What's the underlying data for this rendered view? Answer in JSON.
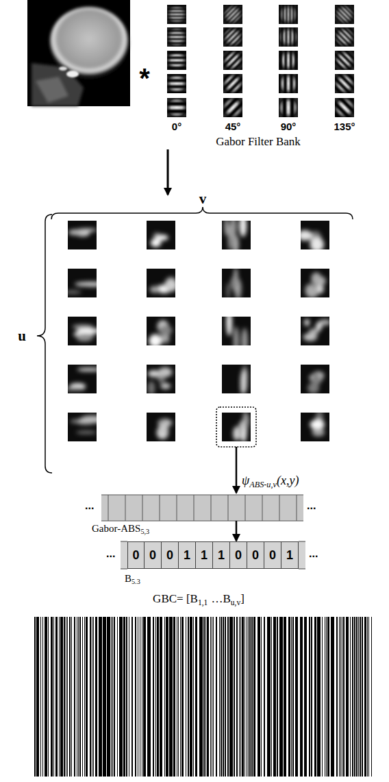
{
  "diagram": {
    "nodes": [
      {
        "text": [
          "0"
        ]
      },
      {
        "text": [
          "0"
        ]
      },
      {
        "text": [
          "0"
        ]
      },
      {
        "text": [
          "1"
        ]
      },
      {
        "text": [
          "1"
        ]
      },
      {
        "text": [
          "1"
        ]
      },
      {
        "text": [
          "0"
        ]
      },
      {
        "text": [
          "0"
        ]
      },
      {
        "text": [
          "0"
        ]
      },
      {
        "text": [
          "1"
        ]
      }
    ],
    "labels": [
      "*",
      "0°",
      "45°",
      "90°",
      "135°",
      "Gabor Filter Bank",
      "v",
      "u",
      "ψ",
      "ABS-u,v",
      "(x,y)",
      "...",
      "...",
      "Gabor-ABS",
      "5,3",
      "...",
      "...",
      "B",
      "5.3",
      "GBC= [B",
      "1,1",
      "…B",
      "u,v",
      "]"
    ]
  }
}
